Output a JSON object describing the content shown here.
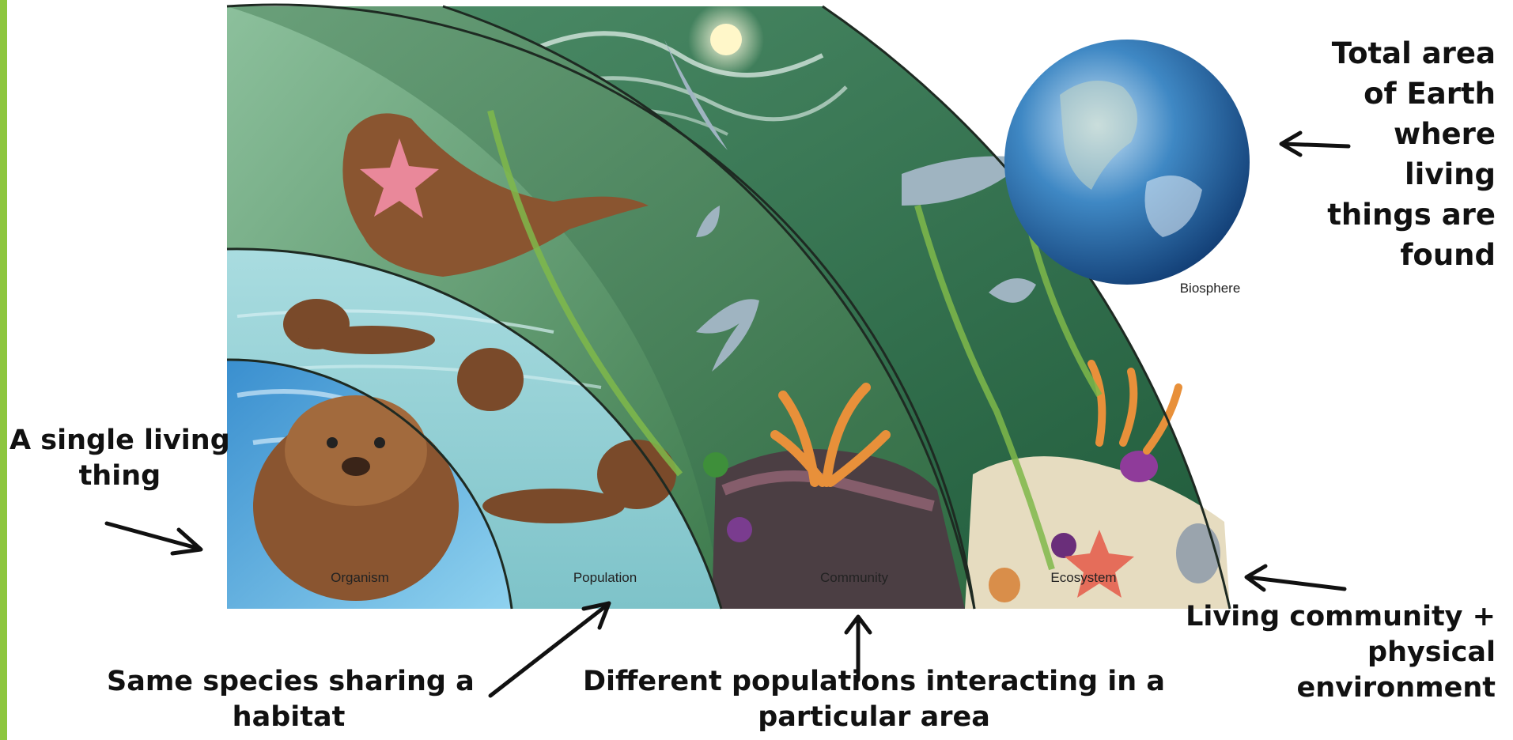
{
  "zones": {
    "organism": "Organism",
    "population": "Population",
    "community": "Community",
    "ecosystem": "Ecosystem",
    "biosphere": "Biosphere"
  },
  "callouts": {
    "organism": [
      "A single living",
      "thing"
    ],
    "population": [
      "Same species sharing a",
      "habitat"
    ],
    "community": [
      "Different populations interacting in a",
      "particular area"
    ],
    "ecosystem": [
      "Living community +",
      "physical",
      "environment"
    ],
    "biosphere": [
      "Total area",
      "of Earth",
      "where",
      "living",
      "things are",
      "found"
    ]
  },
  "colors": {
    "accent_bar": "#8dc63f",
    "organism_water": "#5fb0d8",
    "population_water": "#8ecfd8",
    "community_zone": "#4e8a55",
    "ecosystem_zone": "#3f7a4a",
    "biosphere_zone": "#2e6b48"
  }
}
